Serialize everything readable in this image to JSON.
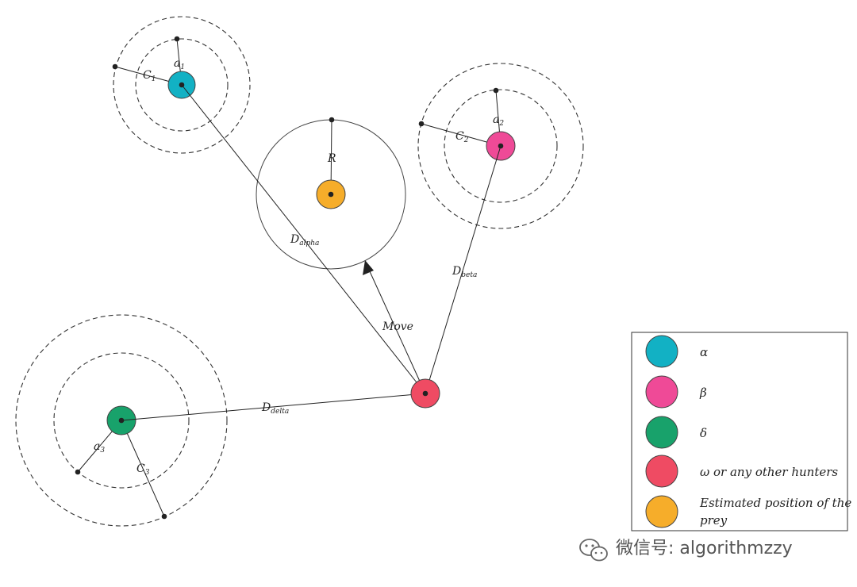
{
  "colors": {
    "alpha": "#12b1c4",
    "beta": "#ef4a97",
    "delta": "#18a26b",
    "omega": "#ef4b63",
    "prey": "#f6ad2a"
  },
  "labels": {
    "a1": "a",
    "a1_sub": "1",
    "c1": "C",
    "c1_sub": "1",
    "a2": "a",
    "a2_sub": "2",
    "c2": "C",
    "c2_sub": "2",
    "a3": "a",
    "a3_sub": "3",
    "c3": "C",
    "c3_sub": "3",
    "r": "R",
    "d_alpha": "D",
    "d_alpha_sub": "alpha",
    "d_beta": "D",
    "d_beta_sub": "beta",
    "d_delta": "D",
    "d_delta_sub": "delta",
    "move": "Move"
  },
  "legend": [
    {
      "key": "alpha",
      "label": "α"
    },
    {
      "key": "beta",
      "label": "β"
    },
    {
      "key": "delta",
      "label": "δ"
    },
    {
      "key": "omega",
      "label": "ω or any other hunters"
    },
    {
      "key": "prey",
      "label": "Estimated position of the",
      "label2": "prey"
    }
  ],
  "watermark": {
    "icon": "wechat-icon",
    "text": "微信号: algorithmzzy"
  }
}
